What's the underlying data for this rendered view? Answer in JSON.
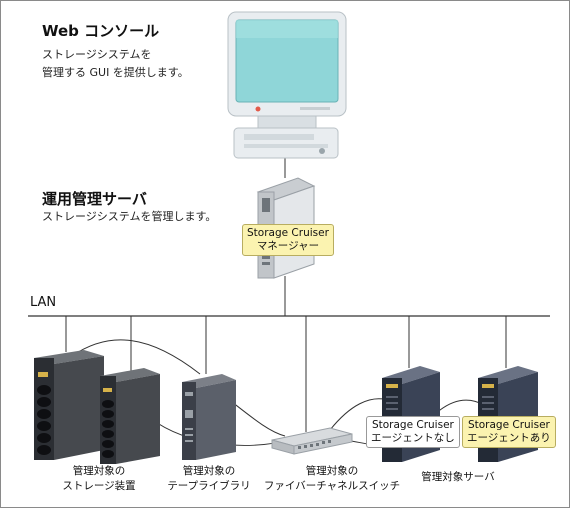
{
  "web_console": {
    "title": "Web コンソール",
    "desc_line1": "ストレージシステムを",
    "desc_line2": "管理する GUI を提供します。"
  },
  "manager_server": {
    "title": "運用管理サーバ",
    "desc": "ストレージシステムを管理します。",
    "badge_line1": "Storage Cruiser",
    "badge_line2": "マネージャー"
  },
  "lan_label": "LAN",
  "managed_storage": {
    "line1": "管理対象の",
    "line2": "ストレージ装置"
  },
  "managed_tape": {
    "line1": "管理対象の",
    "line2": "テープライブラリ"
  },
  "managed_switch": {
    "line1": "管理対象の",
    "line2": "ファイバーチャネルスイッチ"
  },
  "managed_servers": {
    "label": "管理対象サーバ",
    "agent_none_line1": "Storage Cruiser",
    "agent_none_line2": "エージェントなし",
    "agent_yes_line1": "Storage Cruiser",
    "agent_yes_line2": "エージェントあり"
  },
  "colors": {
    "badge_yellow": "#fbf3b0",
    "server_dark": "#2f3a4a",
    "monitor_teal": "#8fd6d8",
    "line": "#333333"
  }
}
